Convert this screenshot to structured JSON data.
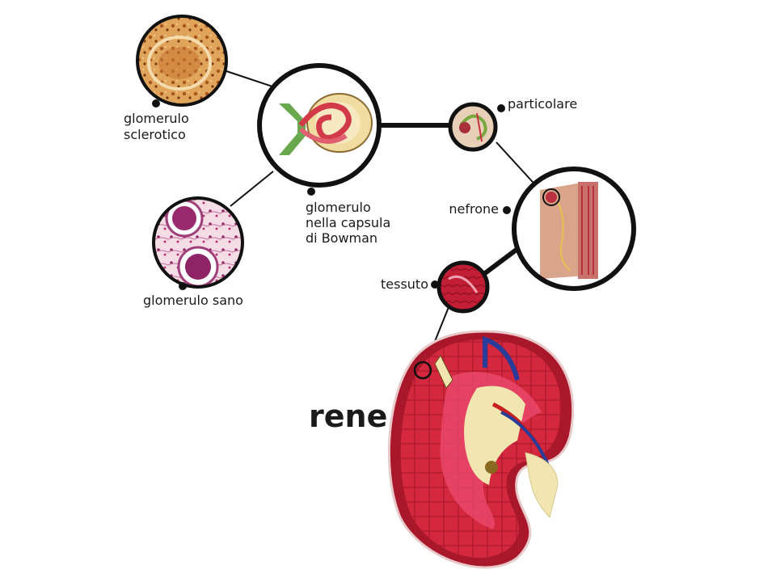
{
  "labels": {
    "sclerotic_line1": "glomerulo",
    "sclerotic_line2": "sclerotico",
    "capsule_line1": "glomerulo",
    "capsule_line2": "nella capsula",
    "capsule_line3": "di Bowman",
    "healthy": "glomerulo sano",
    "detail": "particolare",
    "nephron": "nefrone",
    "tissue": "tessuto",
    "kidney": "rene"
  },
  "colors": {
    "line": "#111111",
    "tissue_red": "#c8203a",
    "tissue_pink": "#e8a6b8",
    "sclerotic_tan": "#d89a4a",
    "vessel_blue": "#2a3c9a",
    "pelvis_cream": "#f2e6b0"
  }
}
